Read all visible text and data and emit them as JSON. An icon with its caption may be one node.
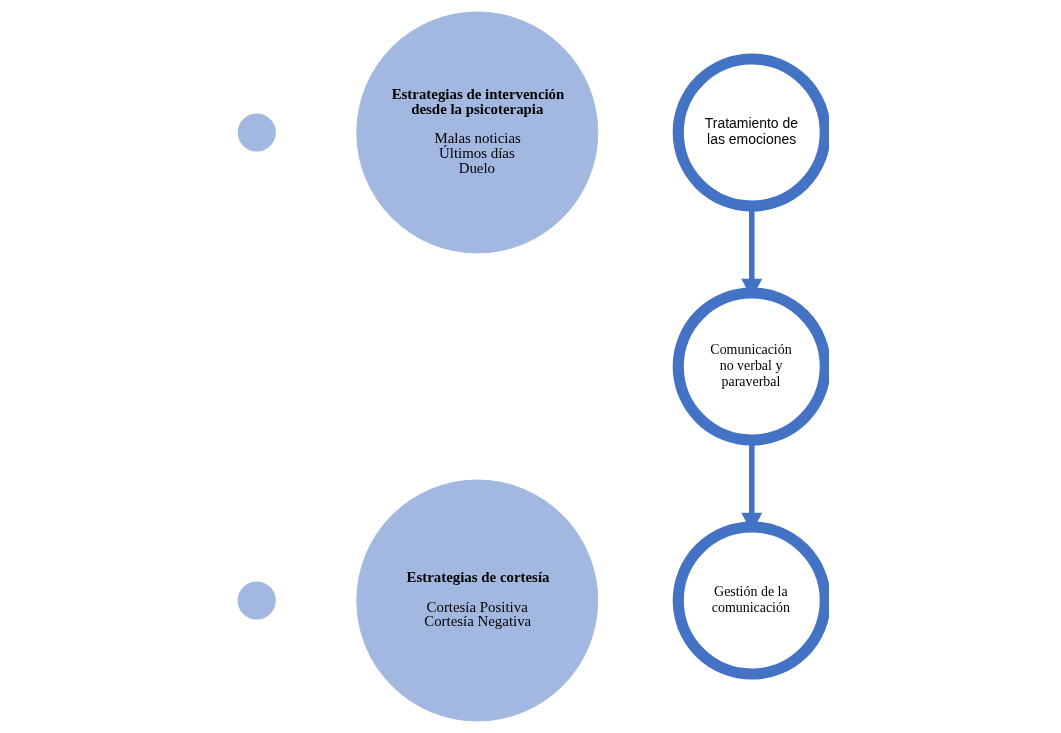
{
  "diagram": {
    "nodes": [
      {
        "text": [],
        "shape": "circle"
      },
      {
        "text": [
          "Estrategias de intervención desde la psicoterapia",
          "Malas noticias",
          "Últimos días",
          "Duelo"
        ]
      },
      {
        "text": [],
        "shape": "circle"
      },
      {
        "text": [
          "Estrategias de cortesía",
          "Cortesía Positiva",
          "Cortesía Negativa"
        ]
      },
      {
        "text": [
          "Tratamiento de las emociones"
        ]
      },
      {
        "text": [
          "Comunicación no verbal y paraverbal"
        ]
      },
      {
        "text": [
          "Gestión de la comunicación"
        ]
      }
    ],
    "edges": [
      {
        "from": 4,
        "to": 5,
        "arrow": "to"
      },
      {
        "from": 5,
        "to": 6,
        "arrow": "to"
      }
    ]
  }
}
